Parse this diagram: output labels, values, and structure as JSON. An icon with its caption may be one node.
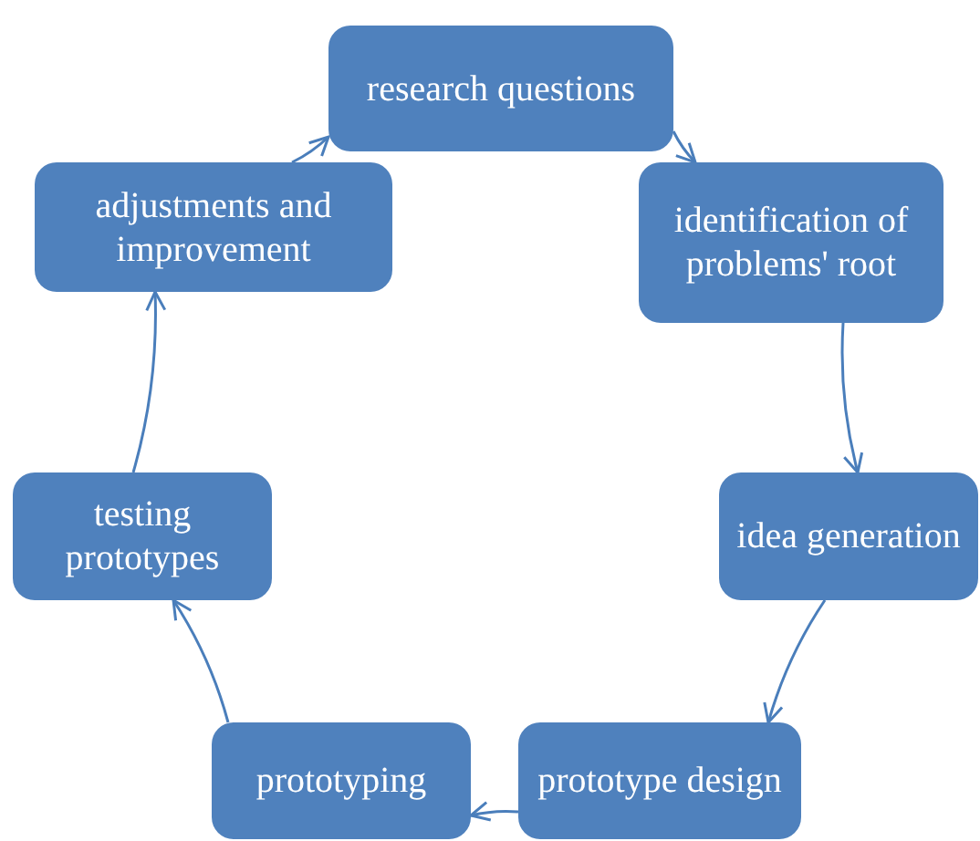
{
  "diagram": {
    "nodes": [
      {
        "text": [
          "research questions"
        ]
      },
      {
        "text": [
          "identification of problems' root"
        ]
      },
      {
        "text": [
          "idea generation"
        ]
      },
      {
        "text": [
          "prototype design"
        ]
      },
      {
        "text": [
          "prototyping"
        ]
      },
      {
        "text": [
          "testing prototypes"
        ]
      },
      {
        "text": [
          "adjustments and improvement"
        ]
      }
    ],
    "edges": [
      {
        "from": 0,
        "to": 1,
        "arrow": "to"
      },
      {
        "from": 1,
        "to": 2,
        "arrow": "to"
      },
      {
        "from": 2,
        "to": 3,
        "arrow": "to"
      },
      {
        "from": 3,
        "to": 4,
        "arrow": "to"
      },
      {
        "from": 4,
        "to": 5,
        "arrow": "to"
      },
      {
        "from": 5,
        "to": 6,
        "arrow": "to"
      },
      {
        "from": 6,
        "to": 0,
        "arrow": "to"
      }
    ]
  }
}
